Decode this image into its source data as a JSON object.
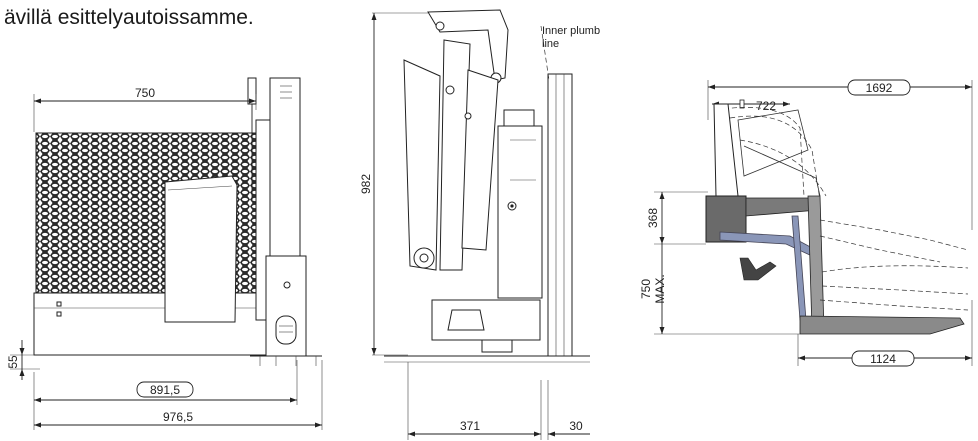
{
  "header": {
    "text": "ävillä esittelyautoissamme."
  },
  "left_view": {
    "dim_top": "750",
    "dim_left": "55",
    "dim_bottom_a": "891,5",
    "dim_bottom_b": "976,5"
  },
  "middle_view": {
    "dim_height": "982",
    "dim_bottom_a": "371",
    "dim_bottom_b": "30",
    "note_line1": "Inner plumb",
    "note_line2": "line"
  },
  "right_view": {
    "dim_top_a": "1692",
    "dim_top_b": "722",
    "dim_left_a": "368",
    "dim_left_b": "750",
    "dim_left_b_sub": "MAX.",
    "dim_bottom": "1124"
  },
  "colors": {
    "line": "#222222",
    "mesh": "#2b2b2b",
    "arm_blue": "#8a96b8",
    "frame_dark": "#5a5a5a"
  }
}
